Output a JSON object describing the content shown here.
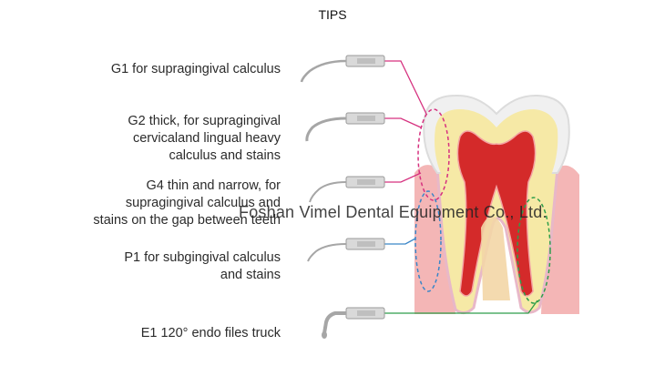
{
  "title": "TIPS",
  "tips": [
    {
      "code": "G1",
      "lines": [
        "G1  for supragingival calculus"
      ]
    },
    {
      "code": "G2",
      "lines": [
        "G2  thick, for supragingival",
        "cervicaland lingual heavy",
        "calculus and stains"
      ]
    },
    {
      "code": "G4",
      "lines": [
        "G4 thin and narrow, for",
        "supragingival calculus and",
        "stains on the gap between teeth"
      ]
    },
    {
      "code": "P1",
      "lines": [
        "P1  for subgingival calculus",
        "and stains"
      ]
    },
    {
      "code": "E1",
      "lines": [
        "E1  120° endo files truck"
      ]
    }
  ],
  "watermark": "Foshan Vimel Dental Equipment Co., Ltd.",
  "colors": {
    "g_lines": "#d6317f",
    "p1_line": "#3a86c8",
    "e1_line": "#2e9e4a",
    "enamel": "#f2f2f2",
    "dentin": "#f6e9a6",
    "pulp": "#d42a2a",
    "gum": "#f4b6b6",
    "bone": "#f3d6a6"
  }
}
